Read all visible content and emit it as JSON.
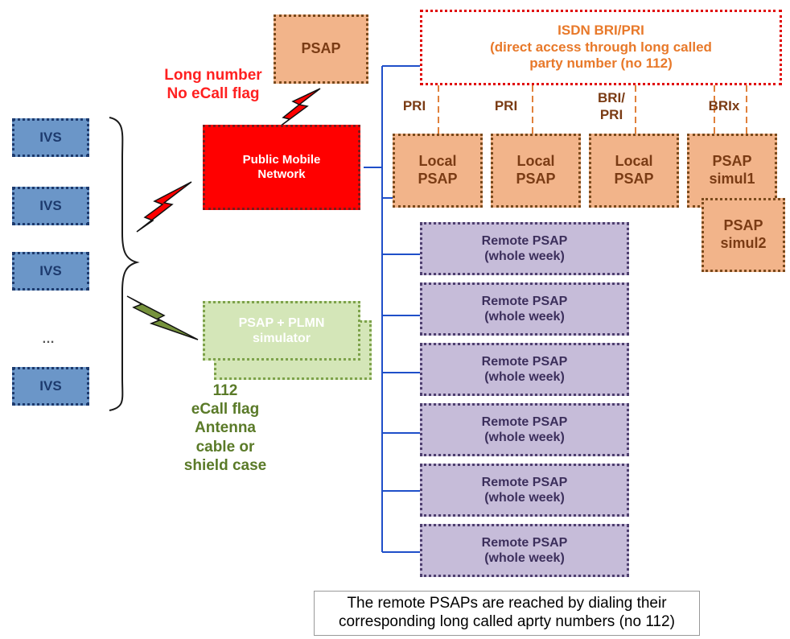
{
  "ivs": {
    "box1": "IVS",
    "box2": "IVS",
    "box3": "IVS",
    "ellipsis": "…",
    "box4": "IVS"
  },
  "network": {
    "public_mobile": "Public Mobile\nNetwork",
    "psap_top": "PSAP",
    "long_number_label": "Long number\nNo eCall flag"
  },
  "simulator": {
    "box": "PSAP + PLMN\nsimulator",
    "label": "112\neCall flag\nAntenna\ncable or\nshield case"
  },
  "isdn": {
    "box": "ISDN BRI/PRI\n(direct access through long called\nparty number (no 112)"
  },
  "links": {
    "pri1": "PRI",
    "pri2": "PRI",
    "bri_pri": "BRI/\nPRI",
    "brix": "BRIx"
  },
  "local_psaps": [
    "Local\nPSAP",
    "Local\nPSAP",
    "Local\nPSAP"
  ],
  "simul": {
    "simul1": "PSAP\nsimul1",
    "simul2": "PSAP\nsimul2"
  },
  "remote_psaps": [
    "Remote PSAP\n(whole week)",
    "Remote PSAP\n(whole week)",
    "Remote PSAP\n(whole week)",
    "Remote PSAP\n(whole week)",
    "Remote PSAP\n(whole week)",
    "Remote PSAP\n(whole week)"
  ],
  "note": "The remote PSAPs are reached by dialing their\ncorresponding long called aprty numbers (no 112)",
  "colors": {
    "ivs": "#6b96c8",
    "psap_orange": "#f2b48a",
    "mobile_network_red": "#ff0000",
    "remote_purple": "#c6bcd9",
    "simulator_green": "#d4e6b8",
    "connector_blue": "#1f4fc9",
    "connector_orange": "#e0803a"
  }
}
